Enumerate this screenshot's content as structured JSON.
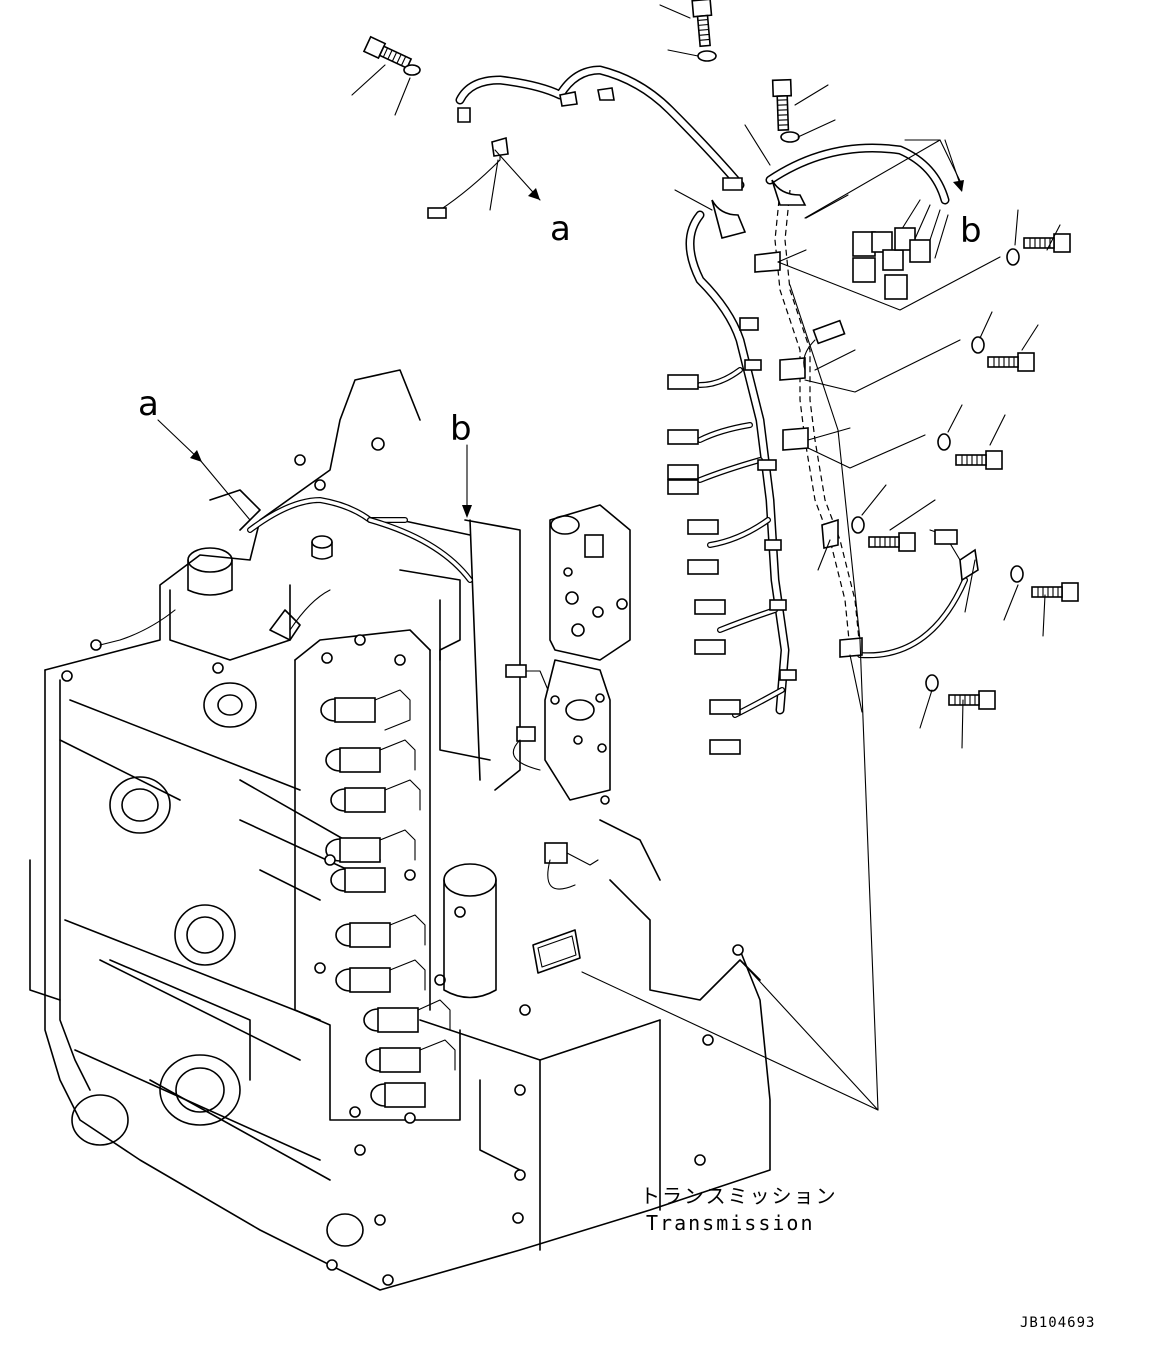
{
  "labels": {
    "a": "a",
    "b": "b"
  },
  "caption": {
    "japanese": "トランスミッション",
    "english": "Transmission"
  },
  "drawing_code": "JB104693"
}
